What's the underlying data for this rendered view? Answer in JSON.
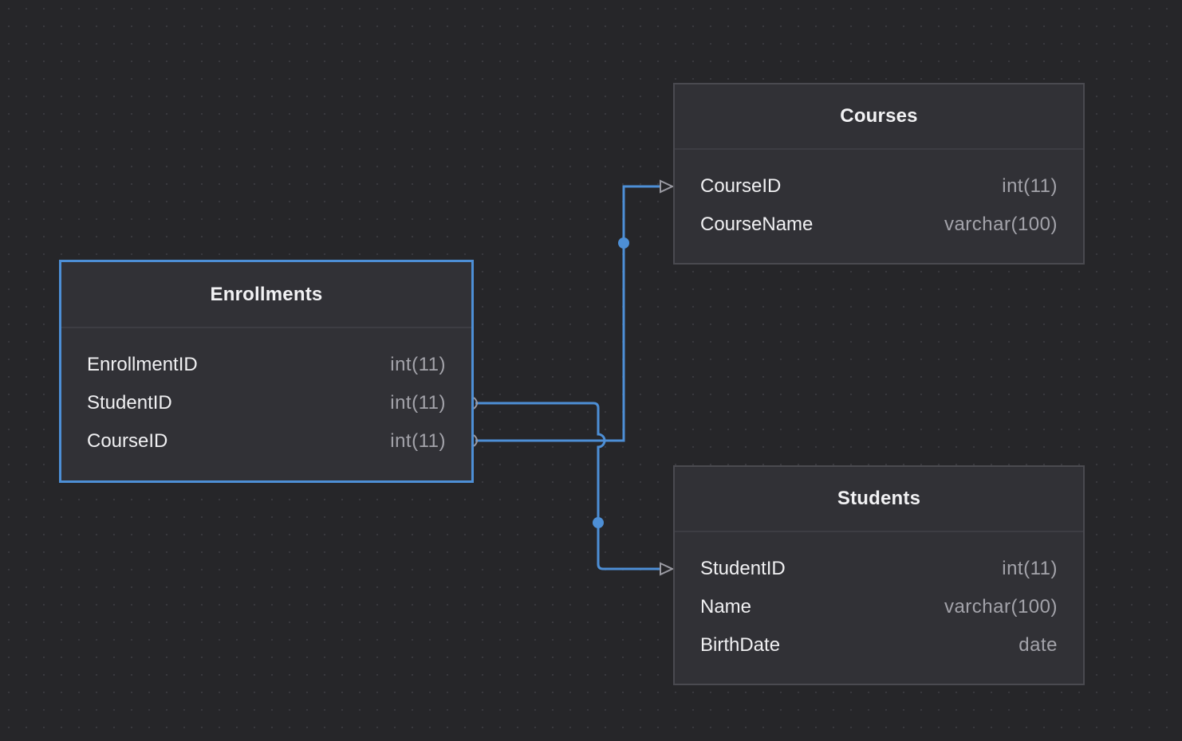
{
  "diagram": {
    "tables": [
      {
        "name": "Enrollments",
        "selected": true,
        "fields": [
          {
            "name": "EnrollmentID",
            "type": "int(11)"
          },
          {
            "name": "StudentID",
            "type": "int(11)"
          },
          {
            "name": "CourseID",
            "type": "int(11)"
          }
        ]
      },
      {
        "name": "Courses",
        "selected": false,
        "fields": [
          {
            "name": "CourseID",
            "type": "int(11)"
          },
          {
            "name": "CourseName",
            "type": "varchar(100)"
          }
        ]
      },
      {
        "name": "Students",
        "selected": false,
        "fields": [
          {
            "name": "StudentID",
            "type": "int(11)"
          },
          {
            "name": "Name",
            "type": "varchar(100)"
          },
          {
            "name": "BirthDate",
            "type": "date"
          }
        ]
      }
    ],
    "relationships": [
      {
        "from": "Enrollments.CourseID",
        "to": "Courses.CourseID"
      },
      {
        "from": "Enrollments.StudentID",
        "to": "Students.StudentID"
      }
    ],
    "colors": {
      "background": "#262629",
      "table_fill": "#313136",
      "table_border": "#4a4a50",
      "selection": "#4d8fd6",
      "connector": "#4d8fd6"
    }
  }
}
